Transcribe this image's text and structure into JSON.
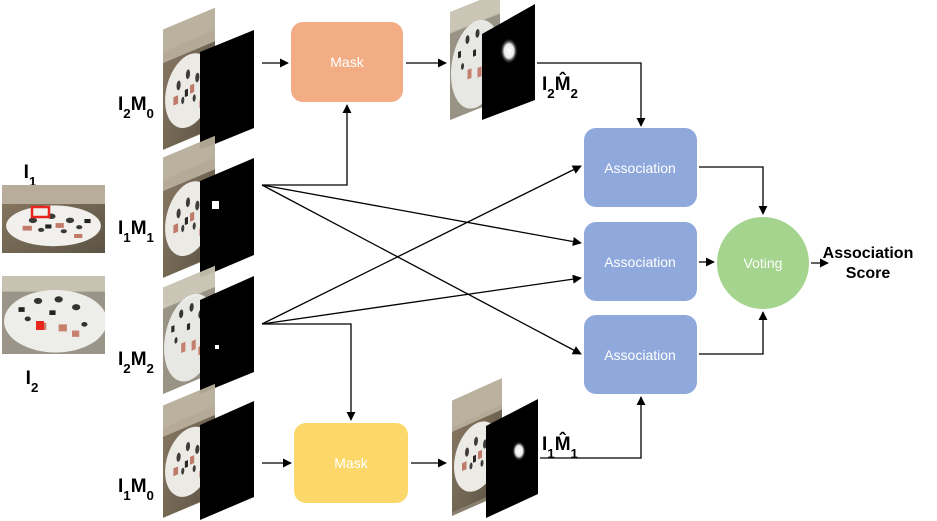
{
  "colors": {
    "mask_top": "#f2ad85",
    "mask_bottom": "#fcd86a",
    "association": "#8fa9dc",
    "voting": "#a4d48e",
    "marker": "#e8251c"
  },
  "labels": {
    "i1": "I1",
    "i2": "I2",
    "i2m0": "I2M0",
    "i1m1": "I1M1",
    "i2m2": "I2M2",
    "i1m0": "I1M0",
    "i2m2_hat": "I2M̂2",
    "i1m1_hat": "I1M̂1"
  },
  "boxes": {
    "mask_top": "Mask",
    "mask_bottom": "Mask",
    "assoc_1": "Association",
    "assoc_2": "Association",
    "assoc_3": "Association",
    "voting": "Voting"
  },
  "output": {
    "line1": "Association",
    "line2": "Score"
  }
}
